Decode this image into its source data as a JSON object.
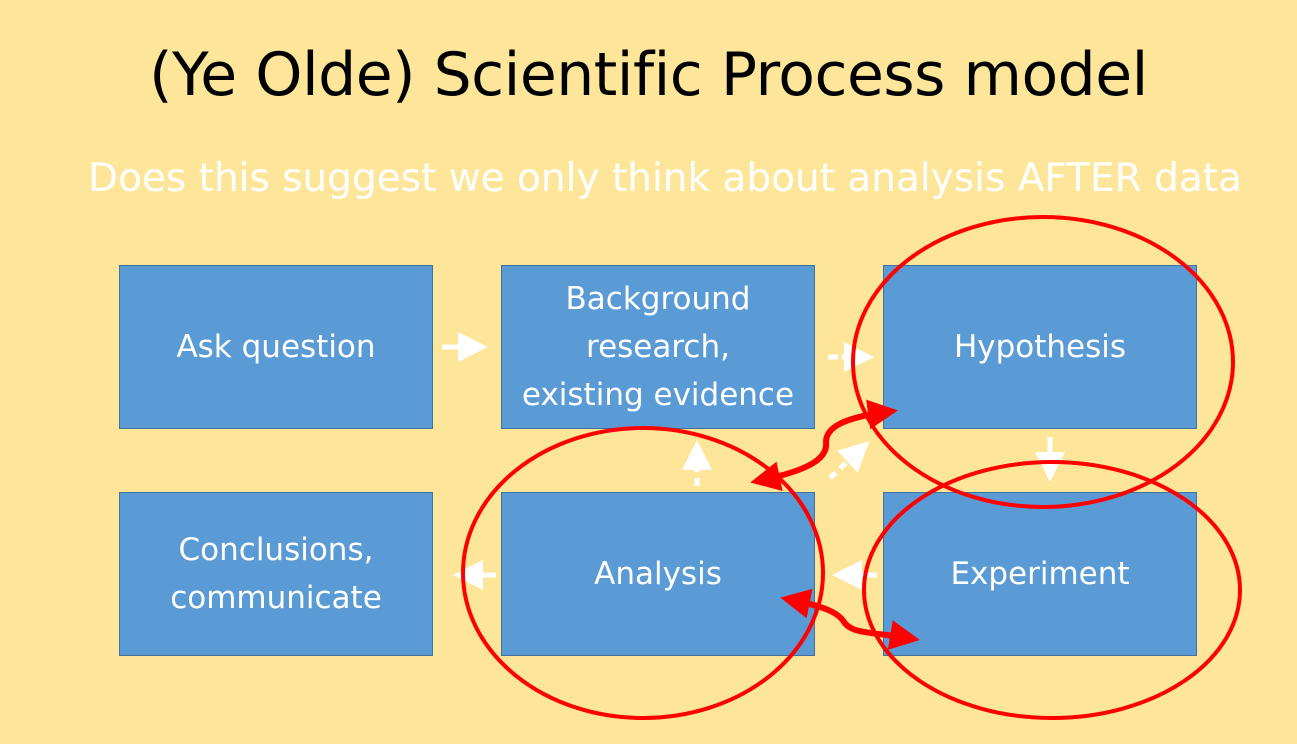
{
  "slide": {
    "title": "(Ye Olde) Scientific Process model",
    "subtitle": "Does this suggest we only think about analysis AFTER data"
  },
  "boxes": {
    "ask_question": "Ask question",
    "background_research": "Background\nresearch,\nexisting evidence",
    "hypothesis": "Hypothesis",
    "conclusions": "Conclusions,\ncommunicate",
    "analysis": "Analysis",
    "experiment": "Experiment"
  },
  "colors": {
    "background": "#fde699",
    "box_fill": "#5b9bd5",
    "arrow": "#ffffff",
    "annotation": "#ff0000"
  }
}
